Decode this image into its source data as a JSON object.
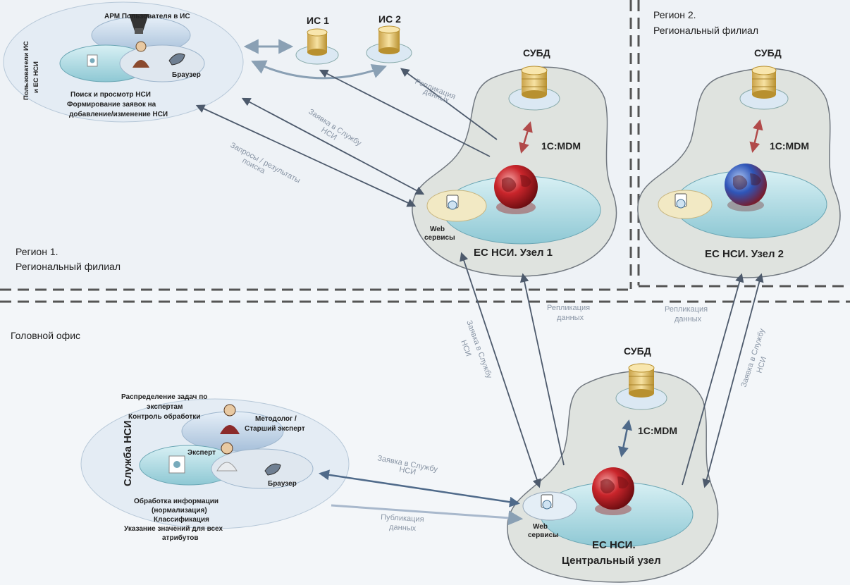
{
  "regions": {
    "region1": {
      "line1": "Регион 1.",
      "line2": "Региональный филиал"
    },
    "region2": {
      "line1": "Регион 2.",
      "line2": "Региональный филиал"
    },
    "head_office": "Головной офис"
  },
  "region1_user": {
    "title": "АРМ Пользователя в ИС",
    "vertical_line1": "Пользователи ИС",
    "vertical_line2": "и ЕС НСИ",
    "browser": "Браузер",
    "desc_line1": "Поиск и просмотр НСИ",
    "desc_line2": "Формирование заявок на",
    "desc_line3": "добавление/изменение НСИ"
  },
  "is_systems": {
    "is1": "ИС 1",
    "is2": "ИС 2"
  },
  "node1": {
    "dbms": "СУБД",
    "mdm": "1С:MDM",
    "web_line1": "Web",
    "web_line2": "сервисы",
    "title": "ЕС НСИ. Узел 1"
  },
  "node2": {
    "dbms": "СУБД",
    "mdm": "1С:MDM",
    "title": "ЕС НСИ. Узел 2"
  },
  "central": {
    "dbms": "СУБД",
    "mdm": "1С:MDM",
    "web_line1": "Web",
    "web_line2": "сервисы",
    "title_line1": "ЕС НСИ.",
    "title_line2": "Центральный узел"
  },
  "service": {
    "vertical": "Служба НСИ",
    "top_line1": "Распределение задач по",
    "top_line2": "экспертам",
    "top_line3": "Контроль обработки",
    "methodologist_line1": "Методолог /",
    "methodologist_line2": "Старший эксперт",
    "expert": "Эксперт",
    "browser": "Браузер",
    "desc_line1": "Обработка информации",
    "desc_line2": "(нормализация)",
    "desc_line3": "Классификация",
    "desc_line4": "Указание значений для всех",
    "desc_line5": "атрибутов"
  },
  "arrows": {
    "replication_top_line1": "Репликация",
    "replication_top_line2": "данных",
    "request_top_line1": "Заявка в Службу",
    "request_top_line2": "НСИ",
    "queries_line1": "Запросы / результаты",
    "queries_line2": "поиска",
    "request_mid_left_line1": "Заявка в Службу",
    "request_mid_left_line2": "НСИ",
    "replication_mid1_line1": "Репликация",
    "replication_mid1_line2": "данных",
    "replication_mid2_line1": "Репликация",
    "replication_mid2_line2": "данных",
    "request_mid_right_line1": "Заявка в Службу",
    "request_mid_right_line2": "НСИ",
    "request_bottom_line1": "Заявка в Службу",
    "request_bottom_line2": "НСИ",
    "publication_line1": "Публикация",
    "publication_line2": "данных"
  },
  "icons": [
    "monitor-icon",
    "database-icon",
    "globe-icon",
    "browser-icon",
    "user-icon",
    "web-service-icon",
    "document-icon"
  ]
}
